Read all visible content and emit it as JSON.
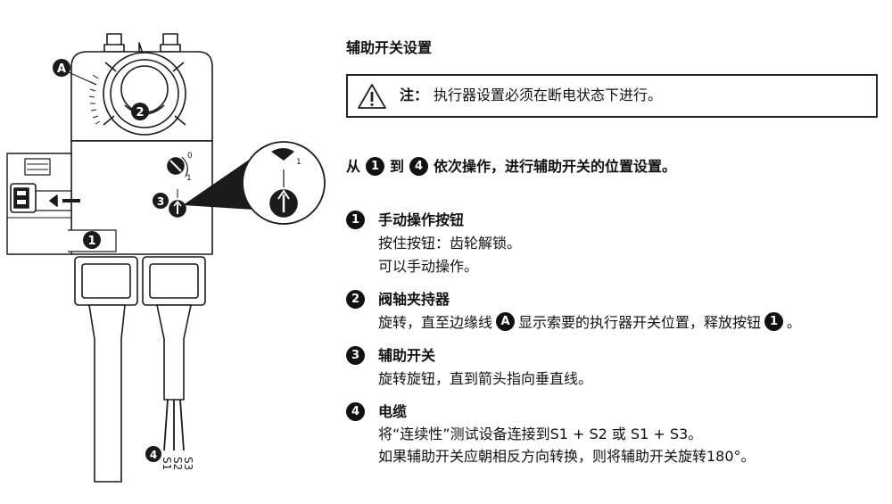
{
  "diagram": {
    "label_a": "A",
    "label_1": "1",
    "label_2": "2",
    "label_3": "3",
    "label_4": "4",
    "dial_0": "0",
    "dial_1": "1",
    "zoom_1": "1",
    "wires": [
      "S1",
      "S2",
      "S3"
    ]
  },
  "section_title": "辅助开关设置",
  "note": {
    "label": "注：",
    "text": "执行器设置必须在断电状态下进行。"
  },
  "intro": {
    "part1": "从",
    "badge_from": "1",
    "part2": "到",
    "badge_to": "4",
    "part3": "依次操作，进行辅助开关的位置设置。"
  },
  "items": [
    {
      "num": "1",
      "title": "手动操作按钮",
      "lines": [
        "按住按钮：齿轮解锁。",
        "可以手动操作。"
      ]
    },
    {
      "num": "2",
      "title": "阀轴夹持器",
      "line_a": "旋转，直至边缘线",
      "badge_a": "A",
      "line_b": "显示索要的执行器开关位置，释放按钮",
      "badge_b": "1",
      "line_c": "。"
    },
    {
      "num": "3",
      "title": "辅助开关",
      "lines": [
        "旋转旋钮，直到箭头指向垂直线。"
      ]
    },
    {
      "num": "4",
      "title": "电缆",
      "lines": [
        "将“连续性”测试设备连接到S1 + S2 或 S1 + S3。",
        "如果辅助开关应朝相反方向转换，则将辅助开关旋转180°。"
      ]
    }
  ]
}
